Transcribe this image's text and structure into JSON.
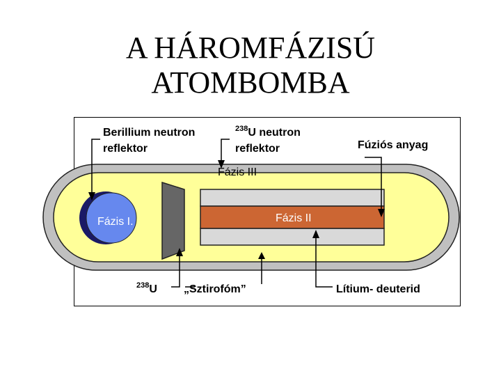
{
  "title": {
    "line1": "A HÁROMFÁZISÚ",
    "line2": "ATOMBOMBA"
  },
  "labels": {
    "beryllium_line1": "Berillium neutron",
    "beryllium_line2": "reflektor",
    "u238_sup": "238",
    "u238_main": "U neutron",
    "u238_line2": "reflektor",
    "fusion": "Fúziós anyag",
    "phase3": "Fázis III",
    "phase1": "Fázis I.",
    "phase2": "Fázis II",
    "u238_bottom_sup": "238",
    "u238_bottom_main": "U",
    "styrofoam": "„Sztirofóm”",
    "lithium": "Lítium- deuterid"
  },
  "colors": {
    "outer_casing": "#c0c0c0",
    "filler": "#ffff99",
    "phase1_sphere": "#6688ee",
    "phase1_shadow": "#1a1a66",
    "phase2_core": "#cc6633",
    "fusion_layer": "#d9d9d9",
    "u238_plate": "#666666"
  }
}
